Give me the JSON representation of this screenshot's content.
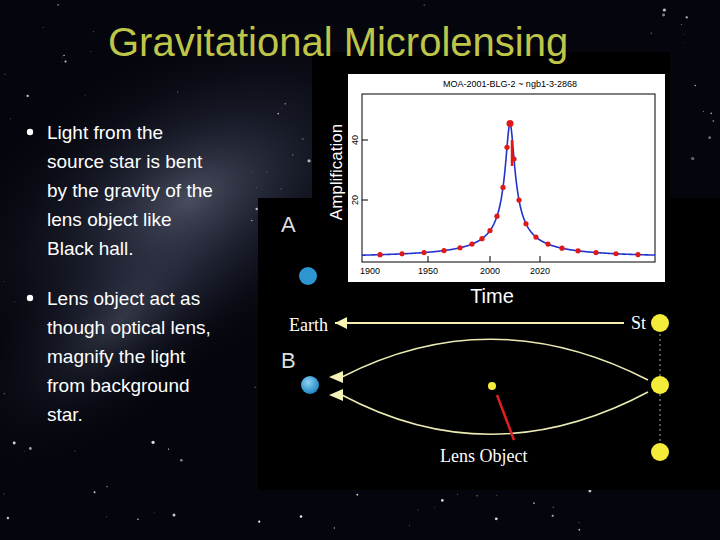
{
  "diagram": {
    "title": "Gravitational Microlensing",
    "nodes": [
      {
        "text": [
          "Earth"
        ]
      },
      {
        "text": [
          "St"
        ]
      }
    ],
    "edges": [
      {
        "from": 1,
        "to": 0,
        "arrow": "to"
      }
    ],
    "labels": [
      "Light from the source star is bent by the gravity of the lens object like Black hall.",
      "Lens object act as though optical lens, magnify the light from background star.",
      "MOA-2001-BLG-2 ~ ngb1-3-2868",
      "Amplification",
      "40",
      "20",
      "1900",
      "1950",
      "2000",
      "2020",
      "Time",
      "A",
      "B",
      "Lens Object"
    ]
  }
}
